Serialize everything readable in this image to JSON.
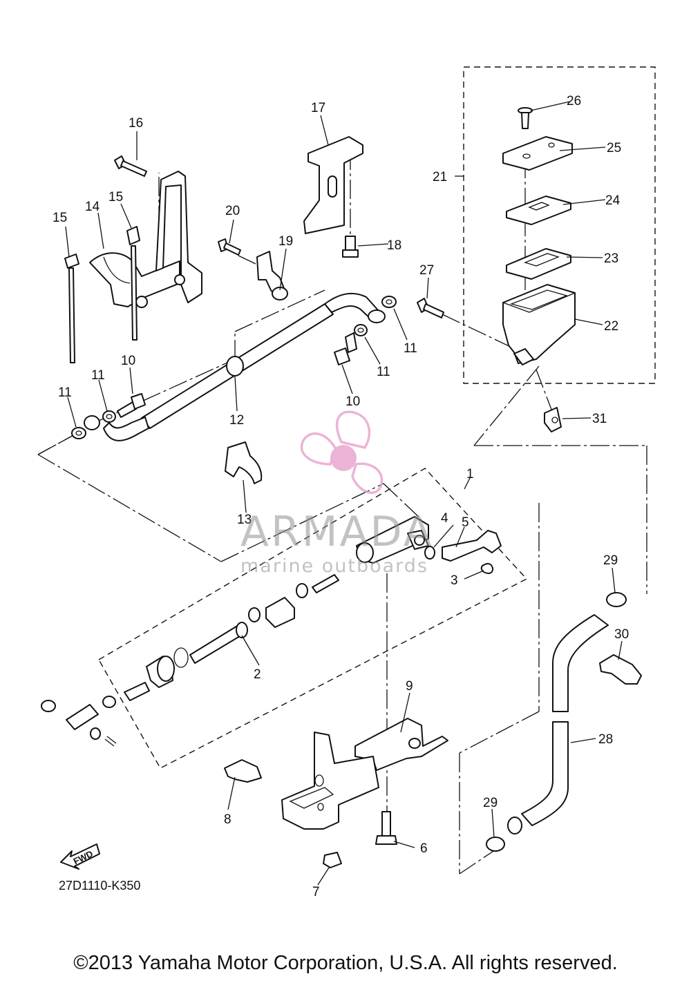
{
  "diagram": {
    "callouts": [
      {
        "id": "c1",
        "label": "1"
      },
      {
        "id": "c2",
        "label": "2"
      },
      {
        "id": "c3",
        "label": "3"
      },
      {
        "id": "c4",
        "label": "4"
      },
      {
        "id": "c5",
        "label": "5"
      },
      {
        "id": "c6",
        "label": "6"
      },
      {
        "id": "c7",
        "label": "7"
      },
      {
        "id": "c8",
        "label": "8"
      },
      {
        "id": "c9",
        "label": "9"
      },
      {
        "id": "c10a",
        "label": "10"
      },
      {
        "id": "c10b",
        "label": "10"
      },
      {
        "id": "c11a",
        "label": "11"
      },
      {
        "id": "c11b",
        "label": "11"
      },
      {
        "id": "c11c",
        "label": "11"
      },
      {
        "id": "c11d",
        "label": "11"
      },
      {
        "id": "c12",
        "label": "12"
      },
      {
        "id": "c13",
        "label": "13"
      },
      {
        "id": "c14",
        "label": "14"
      },
      {
        "id": "c15a",
        "label": "15"
      },
      {
        "id": "c15b",
        "label": "15"
      },
      {
        "id": "c16",
        "label": "16"
      },
      {
        "id": "c17",
        "label": "17"
      },
      {
        "id": "c18",
        "label": "18"
      },
      {
        "id": "c19",
        "label": "19"
      },
      {
        "id": "c20",
        "label": "20"
      },
      {
        "id": "c21",
        "label": "21"
      },
      {
        "id": "c22",
        "label": "22"
      },
      {
        "id": "c23",
        "label": "23"
      },
      {
        "id": "c24",
        "label": "24"
      },
      {
        "id": "c25",
        "label": "25"
      },
      {
        "id": "c26",
        "label": "26"
      },
      {
        "id": "c27",
        "label": "27"
      },
      {
        "id": "c28",
        "label": "28"
      },
      {
        "id": "c29a",
        "label": "29"
      },
      {
        "id": "c29b",
        "label": "29"
      },
      {
        "id": "c30",
        "label": "30"
      },
      {
        "id": "c31",
        "label": "31"
      }
    ],
    "part_code": "27D1110-K350",
    "fwd_label": "FWD"
  },
  "watermark": {
    "brand": "ARMADA",
    "tagline": "marine outboards",
    "color": "#e9a6cf"
  },
  "footer": {
    "copyright": "©2013 Yamaha Motor Corporation, U.S.A. All rights reserved."
  }
}
